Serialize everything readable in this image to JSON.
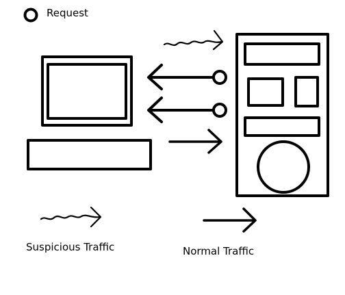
{
  "legend": {
    "request_label": "Request",
    "suspicious_label": "Suspicious Traffic",
    "normal_label": "Normal Traffic"
  },
  "colors": {
    "ink": "#000000",
    "background": "#ffffff"
  },
  "icons": {
    "request": "open-circle-icon",
    "suspicious": "squiggle-arrow-icon",
    "normal": "straight-arrow-icon",
    "client": "computer-monitor-icon",
    "server": "server-tower-icon"
  }
}
